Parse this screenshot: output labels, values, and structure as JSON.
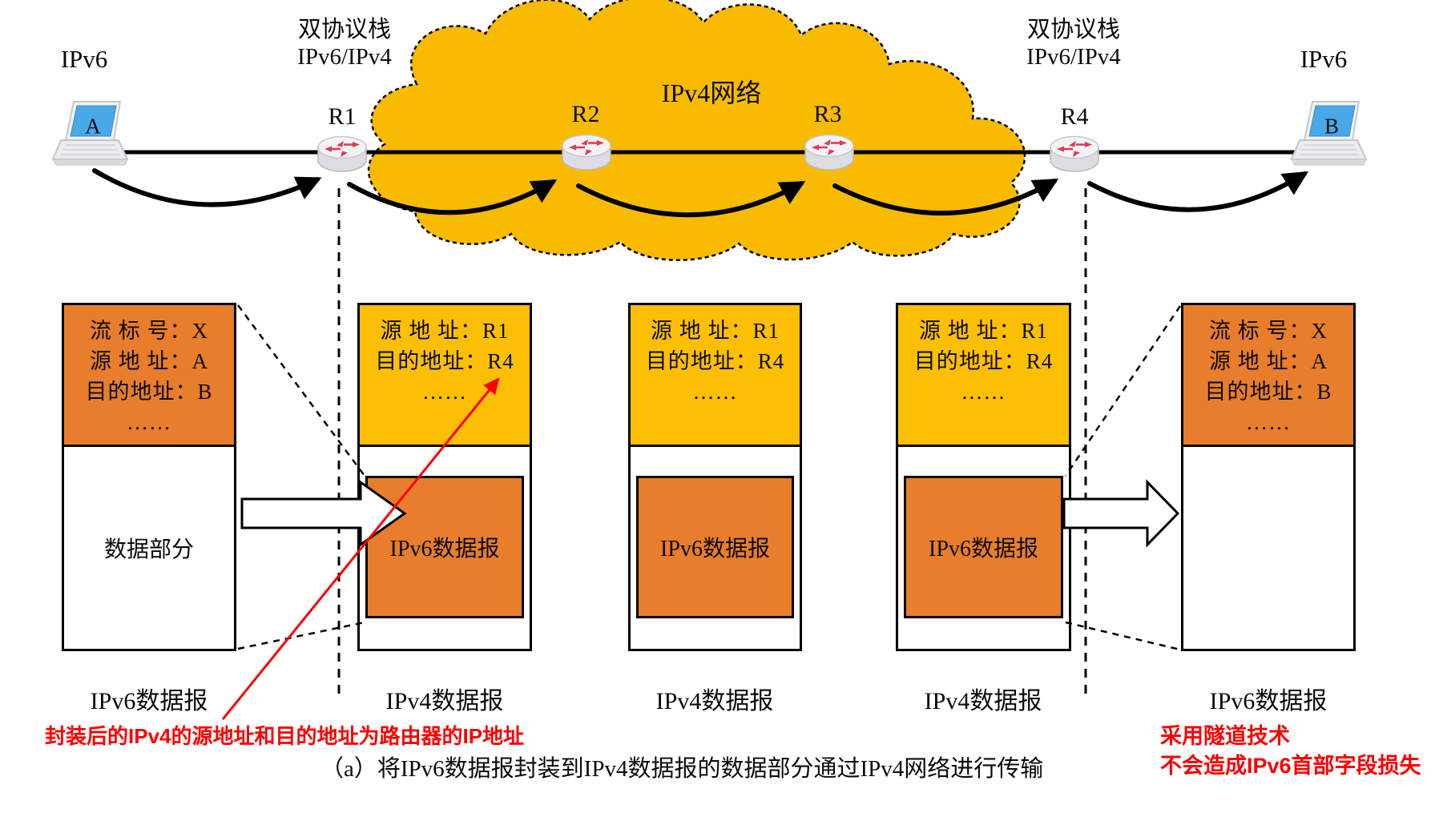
{
  "colors": {
    "ipv6_orange": "#E87D2B",
    "ipv4_gold": "#FCBF04",
    "cloud_gold": "#F8BB00",
    "annotation_red": "#FA0000"
  },
  "top": {
    "left_protocol": "IPv6",
    "left_dual_stack": {
      "line1": "双协议栈",
      "line2": "IPv6/IPv4"
    },
    "cloud_label": "IPv4网络",
    "right_dual_stack": {
      "line1": "双协议栈",
      "line2": "IPv6/IPv4"
    },
    "right_protocol": "IPv6",
    "host_a": "A",
    "host_b": "B",
    "routers": [
      {
        "label": "R1"
      },
      {
        "label": "R2"
      },
      {
        "label": "R3"
      },
      {
        "label": "R4"
      }
    ]
  },
  "packets": [
    {
      "type": "ipv6",
      "header_lines": [
        "流 标 号：X",
        "源 地 址：A",
        "目的地址：B",
        "……"
      ],
      "body_text": "数据部分",
      "caption": "IPv6数据报"
    },
    {
      "type": "ipv4",
      "header_lines": [
        "源 地 址：R1",
        "目的地址：R4",
        "……"
      ],
      "inner_label": "IPv6数据报",
      "caption": "IPv4数据报"
    },
    {
      "type": "ipv4",
      "header_lines": [
        "源 地 址：R1",
        "目的地址：R4",
        "……"
      ],
      "inner_label": "IPv6数据报",
      "caption": "IPv4数据报"
    },
    {
      "type": "ipv4",
      "header_lines": [
        "源 地 址：R1",
        "目的地址：R4",
        "……"
      ],
      "inner_label": "IPv6数据报",
      "caption": "IPv4数据报"
    },
    {
      "type": "ipv6",
      "header_lines": [
        "流 标 号：X",
        "源 地 址：A",
        "目的地址：B",
        "……"
      ],
      "caption": "IPv6数据报"
    }
  ],
  "annotations": {
    "encapsulation_note": "封装后的IPv4的源地址和目的地址为路由器的IP地址",
    "tunnel_note_line1": "采用隧道技术",
    "tunnel_note_line2": "不会造成IPv6首部字段损失",
    "figure_caption": "（a）将IPv6数据报封装到IPv4数据报的数据部分通过IPv4网络进行传输"
  }
}
